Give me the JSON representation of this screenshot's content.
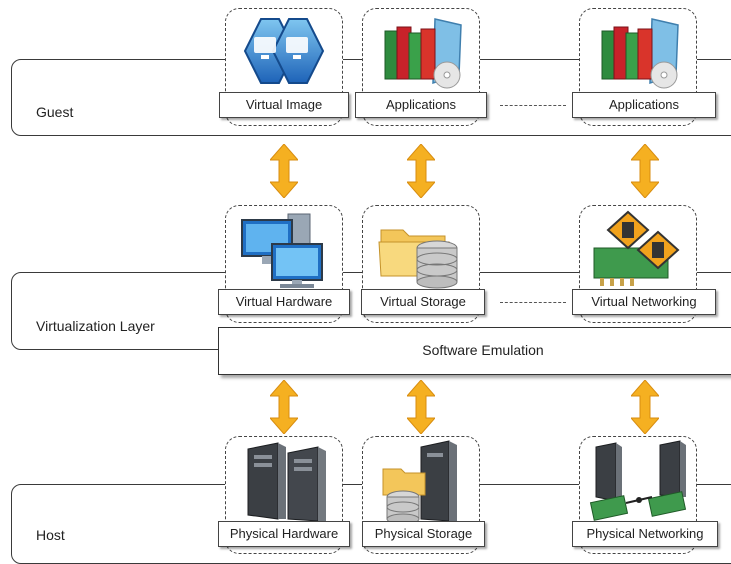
{
  "layers": {
    "guest": "Guest",
    "virtualization": "Virtualization Layer",
    "host": "Host"
  },
  "emulation": "Software Emulation",
  "guest_items": {
    "virtual_image": "Virtual Image",
    "applications_1": "Applications",
    "applications_2": "Applications"
  },
  "virtual_items": {
    "hardware": "Virtual Hardware",
    "storage": "Virtual Storage",
    "networking": "Virtual Networking"
  },
  "host_items": {
    "hardware": "Physical Hardware",
    "storage": "Physical Storage",
    "networking": "Physical Networking"
  },
  "colors": {
    "arrow": "#f5b021",
    "border": "#3a3a3a"
  },
  "icons": [
    "virtual-image-icon",
    "applications-icon",
    "computer-icon",
    "folder-database-icon",
    "network-card-icon",
    "server-icon",
    "storage-server-icon"
  ]
}
